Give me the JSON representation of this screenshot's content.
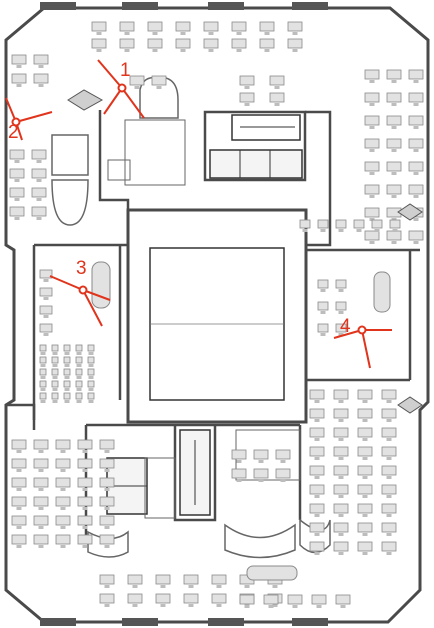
{
  "markers": [
    {
      "id": "1",
      "label": "1"
    },
    {
      "id": "2",
      "label": "2"
    },
    {
      "id": "3",
      "label": "3"
    },
    {
      "id": "4",
      "label": "4"
    }
  ],
  "colors": {
    "wall": "#4a4a4a",
    "furniture_fill": "#e2e2e2",
    "furniture_stroke": "#8a8a8a",
    "marker": "#e0341c",
    "background": "#ffffff"
  }
}
